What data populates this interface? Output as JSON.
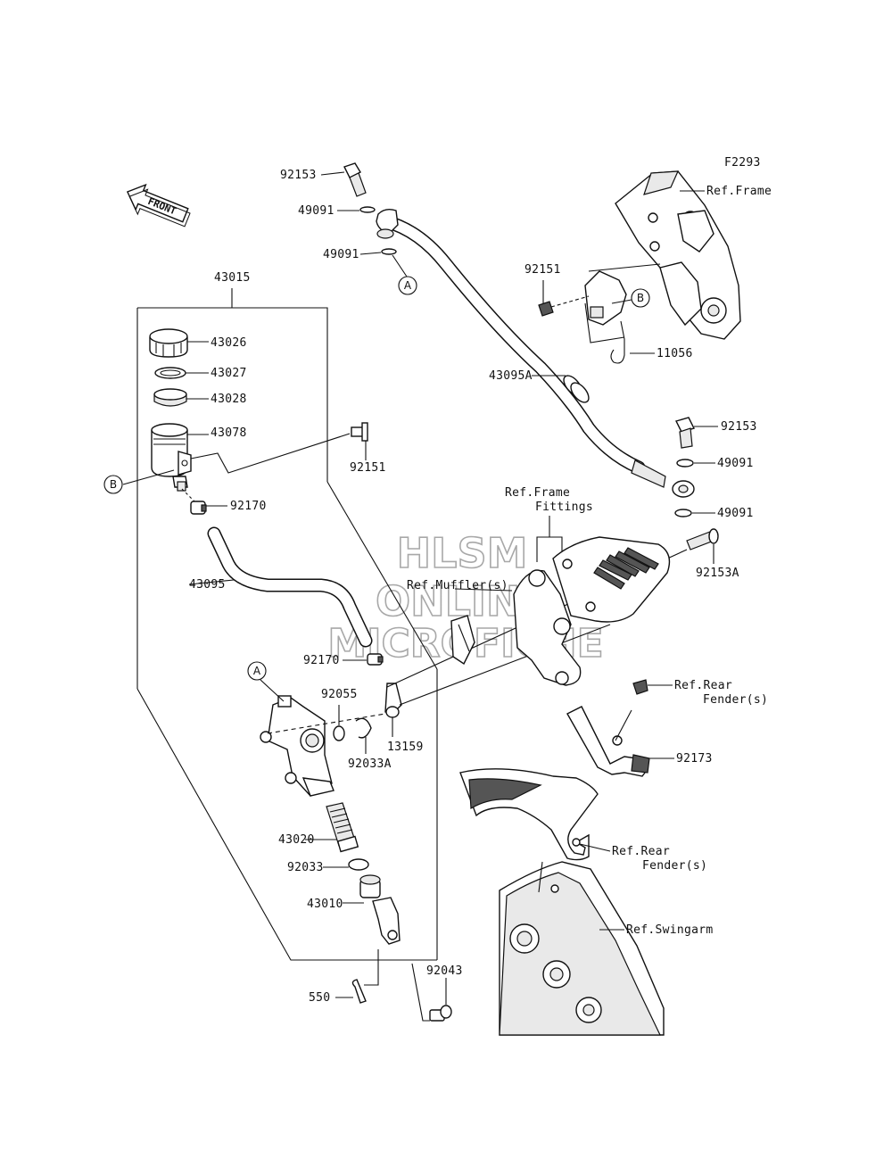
{
  "figure_code": "F2293",
  "front_label": "FRONT",
  "watermark": [
    "HLSM",
    "ONLINE",
    "MICROFICHE"
  ],
  "callouts": {
    "a": "A",
    "b": "B"
  },
  "parts": {
    "p43015": "43015",
    "p43026": "43026",
    "p43027": "43027",
    "p43028": "43028",
    "p43078": "43078",
    "p92151_top": "92151",
    "p92151_mid": "92151",
    "p92170_top": "92170",
    "p92170_bot": "92170",
    "p43095": "43095",
    "p43095A": "43095A",
    "p92153_top": "92153",
    "p92153_right": "92153",
    "p92153A": "92153A",
    "p49091_1": "49091",
    "p49091_2": "49091",
    "p49091_3": "49091",
    "p49091_4": "49091",
    "p11056": "11056",
    "p92055": "92055",
    "p92033A": "92033A",
    "p13159": "13159",
    "p43020": "43020",
    "p92033": "92033",
    "p43010": "43010",
    "p550": "550",
    "p92043": "92043",
    "p92173": "92173"
  },
  "refs": {
    "frame_top": "Ref.Frame",
    "frame_fittings_1": "Ref.Frame",
    "frame_fittings_2": "Fittings",
    "mufflers": "Ref.Muffler(s)",
    "rear_fender_1a": "Ref.Rear",
    "rear_fender_1b": "Fender(s)",
    "rear_fender_2a": "Ref.Rear",
    "rear_fender_2b": "Fender(s)",
    "swingarm": "Ref.Swingarm"
  }
}
